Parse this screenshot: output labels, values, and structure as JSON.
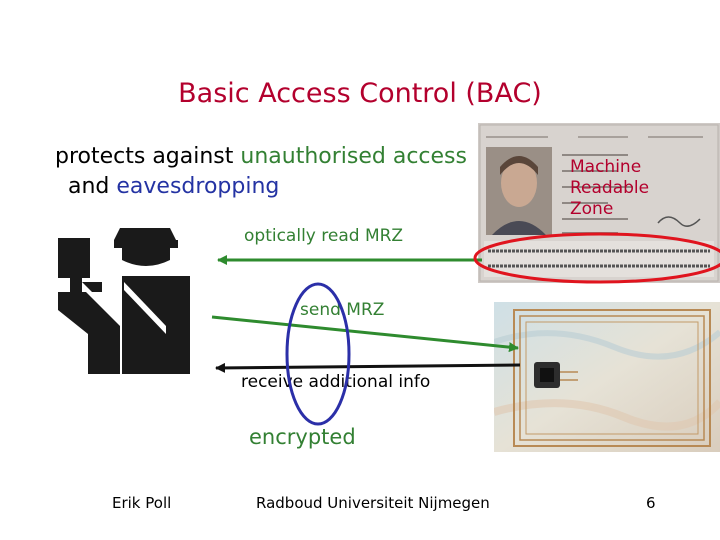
{
  "slide": {
    "title": "Basic Access Control (BAC)",
    "line1": {
      "prefix": "protects against ",
      "highlight": "unauthorised access"
    },
    "line2": {
      "prefix": "and ",
      "highlight": "eavesdropping"
    },
    "arrows": {
      "optical": "optically read MRZ",
      "send": "send MRZ",
      "receive": "receive additional info"
    },
    "encrypted": "encrypted",
    "mrz_label": [
      "Machine",
      "Readable",
      "Zone"
    ],
    "footer": {
      "author": "Erik Poll",
      "org": "Radboud Universiteit Nijmegen",
      "page": "6"
    }
  },
  "colors": {
    "title": "#b3002d",
    "green": "#338033",
    "blue": "#2433a3",
    "mrz_label": "#b3002d",
    "highlight_oval_red": "#e0141e",
    "highlight_oval_blue": "#2b2fa8"
  },
  "icons": {
    "officer": "customs-officer-icon",
    "passport": "passport-photo",
    "chip": "rfid-chip-photo"
  }
}
